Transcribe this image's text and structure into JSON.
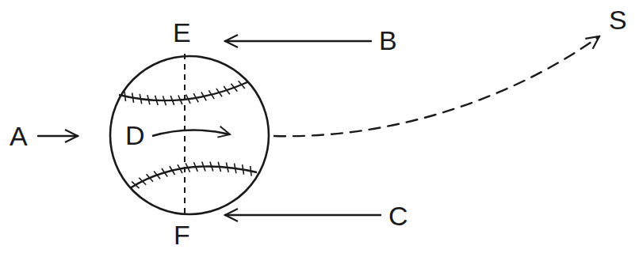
{
  "diagram": {
    "nodes": [
      {
        "text": [
          "D"
        ]
      }
    ],
    "labels": [
      "E",
      "B",
      "S",
      "A",
      "C",
      "F"
    ]
  }
}
